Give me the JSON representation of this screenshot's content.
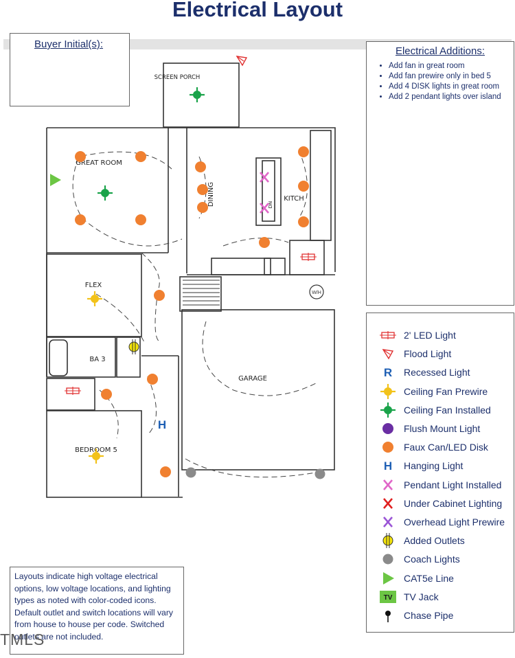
{
  "title": "Electrical Layout",
  "buyer_initials_label": "Buyer Initial(s):",
  "additions": {
    "title": "Electrical Additions:",
    "items": [
      "Add fan in great room",
      "Add fan prewire only in bed 5",
      "Add 4 DISK lights in great room",
      "Add 2 pendant lights over island"
    ]
  },
  "rooms": {
    "screen_porch": "SCREEN PORCH",
    "great_room": "GREAT ROOM",
    "dining": "DINING",
    "kitchen": "KITCH",
    "flex": "FLEX",
    "bath3": "BA 3",
    "garage": "GARAGE",
    "bedroom5": "BEDROOM 5",
    "water_heater": "W/H",
    "dn": "DN"
  },
  "legend": [
    {
      "label": "2' LED Light",
      "icon": "led-2ft-icon",
      "color": "#e03030"
    },
    {
      "label": "Flood Light",
      "icon": "flood-light-icon",
      "color": "#e03030"
    },
    {
      "label": "Recessed Light",
      "icon": "recessed-light-icon",
      "color": "#1e5fb4"
    },
    {
      "label": "Ceiling Fan Prewire",
      "icon": "ceiling-fan-prewire-icon",
      "color": "#f2c21a"
    },
    {
      "label": "Ceiling Fan Installed",
      "icon": "ceiling-fan-installed-icon",
      "color": "#1aa34a"
    },
    {
      "label": "Flush Mount Light",
      "icon": "flush-mount-icon",
      "color": "#6a2ea3"
    },
    {
      "label": "Faux Can/LED Disk",
      "icon": "led-disk-icon",
      "color": "#f08030"
    },
    {
      "label": "Hanging Light",
      "icon": "hanging-light-icon",
      "color": "#1e5fb4"
    },
    {
      "label": "Pendant Light Installed",
      "icon": "pendant-installed-icon",
      "color": "#e066c8"
    },
    {
      "label": "Under Cabinet Lighting",
      "icon": "under-cabinet-icon",
      "color": "#e02020"
    },
    {
      "label": "Overhead Light Prewire",
      "icon": "overhead-prewire-icon",
      "color": "#9a55d6"
    },
    {
      "label": "Added Outlets",
      "icon": "added-outlet-icon",
      "color": "#f5e50a"
    },
    {
      "label": "Coach Lights",
      "icon": "coach-light-icon",
      "color": "#8a8a8a"
    },
    {
      "label": "CAT5e Line",
      "icon": "cat5e-icon",
      "color": "#6cc644"
    },
    {
      "label": "TV Jack",
      "icon": "tv-jack-icon",
      "color": "#6cc644",
      "badge": "TV"
    },
    {
      "label": "Chase Pipe",
      "icon": "chase-pipe-icon",
      "color": "#111111"
    }
  ],
  "note": "Layouts indicate high voltage electrical options, low voltage locations, and lighting types as noted with color-coded icons. Default outlet and switch locations will vary from house to house per code. Switched outlets are not included.",
  "watermark": "TMLS"
}
